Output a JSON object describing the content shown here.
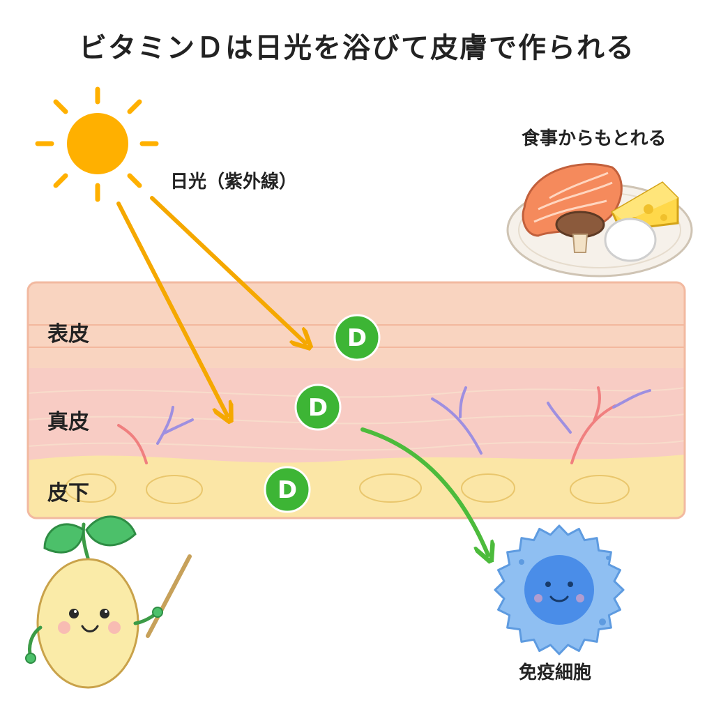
{
  "title": "ビタミンＤは日光を浴びて皮膚で作られる",
  "sun": {
    "label": "日光（紫外線）",
    "color": "#FFB000"
  },
  "food": {
    "label": "食事からもとれる"
  },
  "layers": [
    {
      "name": "epidermis",
      "label": "表皮",
      "color": "#F9D4C0"
    },
    {
      "name": "dermis",
      "label": "真皮",
      "color": "#F8CCC4"
    },
    {
      "name": "subcutis",
      "label": "皮下",
      "color": "#FBE6A6"
    }
  ],
  "vitamin_badge": {
    "letter": "D",
    "color": "#3DB535"
  },
  "immune": {
    "label": "免疫細胞",
    "color": "#8FBFF2"
  },
  "arrow_colors": {
    "sun": "#F5A800",
    "delivery": "#4CBB3C"
  }
}
